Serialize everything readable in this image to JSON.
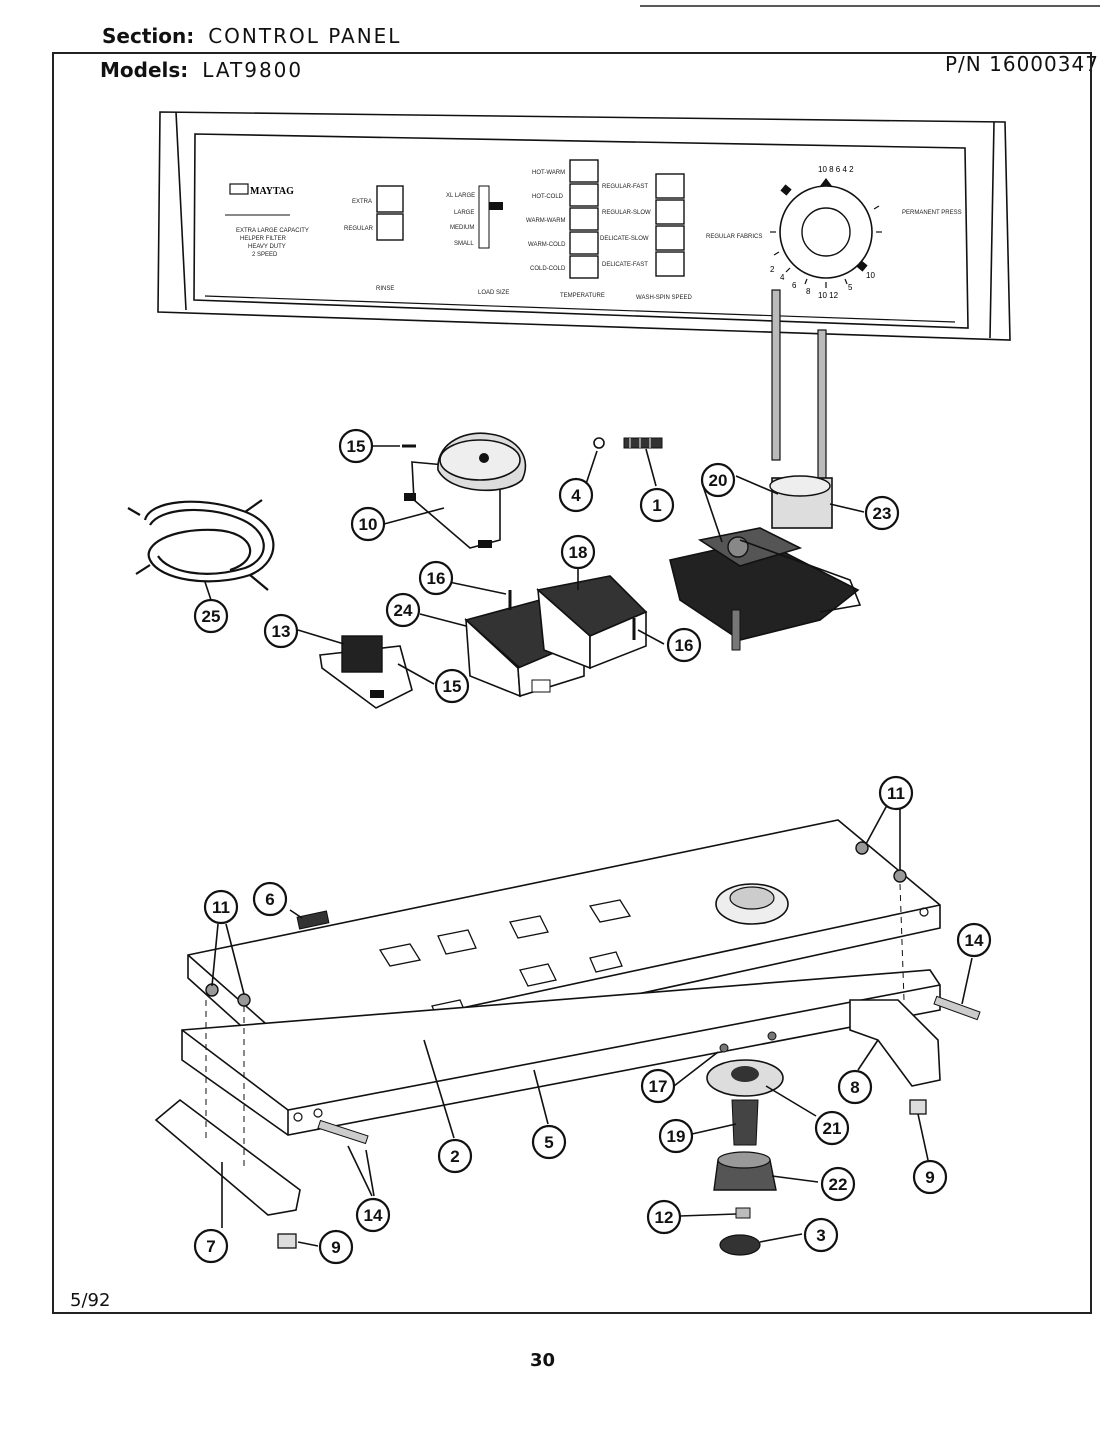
{
  "header": {
    "section_label": "Section:",
    "section_value": "CONTROL PANEL",
    "models_label": "Models:",
    "models_value": "LAT9800",
    "part_number": "P/N 16000347"
  },
  "control_panel": {
    "brand": "MAYTAG",
    "capacity_text": [
      "EXTRA LARGE CAPACITY",
      "HELPER FILTER",
      "HEAVY DUTY",
      "2 SPEED"
    ],
    "rinse_options": [
      "EXTRA",
      "REGULAR"
    ],
    "rinse_caption": "RINSE",
    "load_options": [
      "SMALL",
      "MEDIUM",
      "LARGE",
      "XL LARGE"
    ],
    "load_caption": "LOAD SIZE",
    "temperature_options": [
      "HOT-WARM",
      "HOT-COLD",
      "WARM-WARM",
      "WARM-COLD",
      "COLD-COLD"
    ],
    "temperature_caption": "TEMPERATURE",
    "speed_options": [
      "REGULAR-FAST",
      "REGULAR-SLOW",
      "DELICATE-SLOW",
      "DELICATE-FAST"
    ],
    "speed_caption": "WASH-SPIN SPEED",
    "dial_labels": {
      "regular_fabrics": "REGULAR FABRICS",
      "permanent_press": "PERMANENT PRESS"
    }
  },
  "callouts": [
    {
      "id": "callout-15a",
      "label": "15"
    },
    {
      "id": "callout-10",
      "label": "10"
    },
    {
      "id": "callout-4",
      "label": "4"
    },
    {
      "id": "callout-1",
      "label": "1"
    },
    {
      "id": "callout-20",
      "label": "20"
    },
    {
      "id": "callout-23",
      "label": "23"
    },
    {
      "id": "callout-25",
      "label": "25"
    },
    {
      "id": "callout-16a",
      "label": "16"
    },
    {
      "id": "callout-18",
      "label": "18"
    },
    {
      "id": "callout-24",
      "label": "24"
    },
    {
      "id": "callout-16b",
      "label": "16"
    },
    {
      "id": "callout-13",
      "label": "13"
    },
    {
      "id": "callout-15b",
      "label": "15"
    },
    {
      "id": "callout-11a",
      "label": "11"
    },
    {
      "id": "callout-6",
      "label": "6"
    },
    {
      "id": "callout-11b",
      "label": "11"
    },
    {
      "id": "callout-14a",
      "label": "14"
    },
    {
      "id": "callout-2",
      "label": "2"
    },
    {
      "id": "callout-5",
      "label": "5"
    },
    {
      "id": "callout-17",
      "label": "17"
    },
    {
      "id": "callout-21",
      "label": "21"
    },
    {
      "id": "callout-8",
      "label": "8"
    },
    {
      "id": "callout-19",
      "label": "19"
    },
    {
      "id": "callout-22",
      "label": "22"
    },
    {
      "id": "callout-9a",
      "label": "9"
    },
    {
      "id": "callout-12",
      "label": "12"
    },
    {
      "id": "callout-3",
      "label": "3"
    },
    {
      "id": "callout-14b",
      "label": "14"
    },
    {
      "id": "callout-7",
      "label": "7"
    },
    {
      "id": "callout-9b",
      "label": "9"
    }
  ],
  "footer": {
    "date": "5/92",
    "page_number": "30"
  }
}
